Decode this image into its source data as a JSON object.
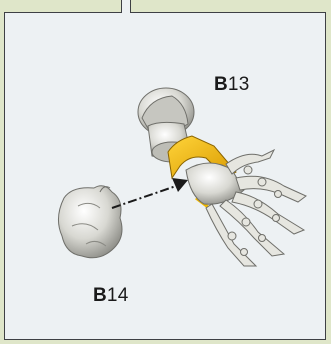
{
  "labels": {
    "b13_prefix": "B",
    "b13_number": "13",
    "b14_prefix": "B",
    "b14_number": "14"
  },
  "colors": {
    "background": "#dfe6c9",
    "panel": "#edf1f3",
    "border": "#3e4044",
    "highlight": "#f0b800",
    "part": "#d6d6d0"
  },
  "icons": {
    "claw_part": "hand-skeleton-illustration",
    "knuckle_part": "joint-piece-illustration",
    "arrow": "dash-dot-arrow"
  }
}
